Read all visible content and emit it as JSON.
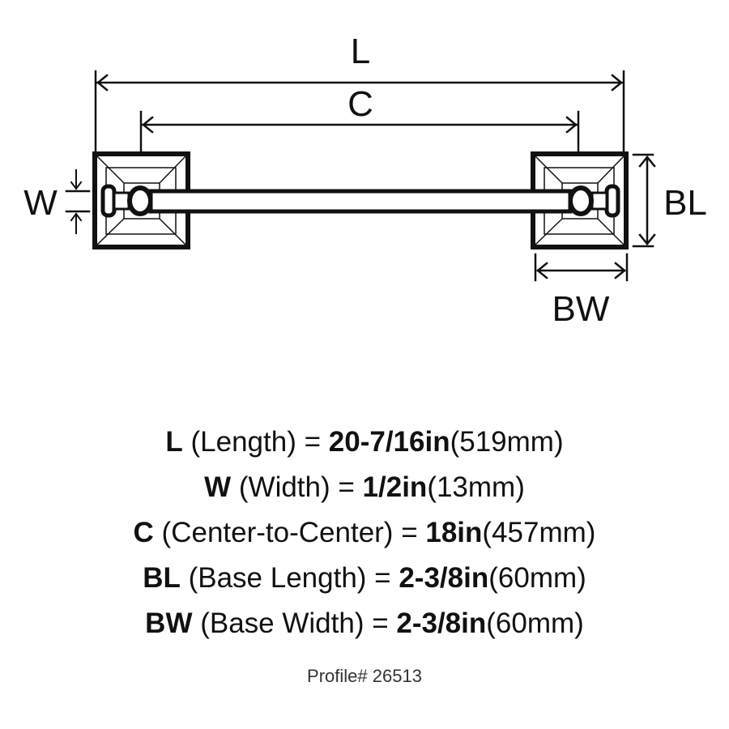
{
  "diagram": {
    "labels": {
      "length": "L",
      "center_to_center": "C",
      "width": "W",
      "base_length": "BL",
      "base_width": "BW"
    }
  },
  "specs": [
    {
      "symbol": "L",
      "description": " (Length) = ",
      "imperial": "20-7/16in",
      "metric": "(519mm)"
    },
    {
      "symbol": "W",
      "description": " (Width) = ",
      "imperial": "1/2in",
      "metric": "(13mm)"
    },
    {
      "symbol": "C",
      "description": " (Center-to-Center) = ",
      "imperial": "18in",
      "metric": "(457mm)"
    },
    {
      "symbol": "BL",
      "description": " (Base Length) = ",
      "imperial": "2-3/8in",
      "metric": "(60mm)"
    },
    {
      "symbol": "BW",
      "description": " (Base Width) = ",
      "imperial": "2-3/8in",
      "metric": "(60mm)"
    }
  ],
  "profile": "Profile# 26513"
}
